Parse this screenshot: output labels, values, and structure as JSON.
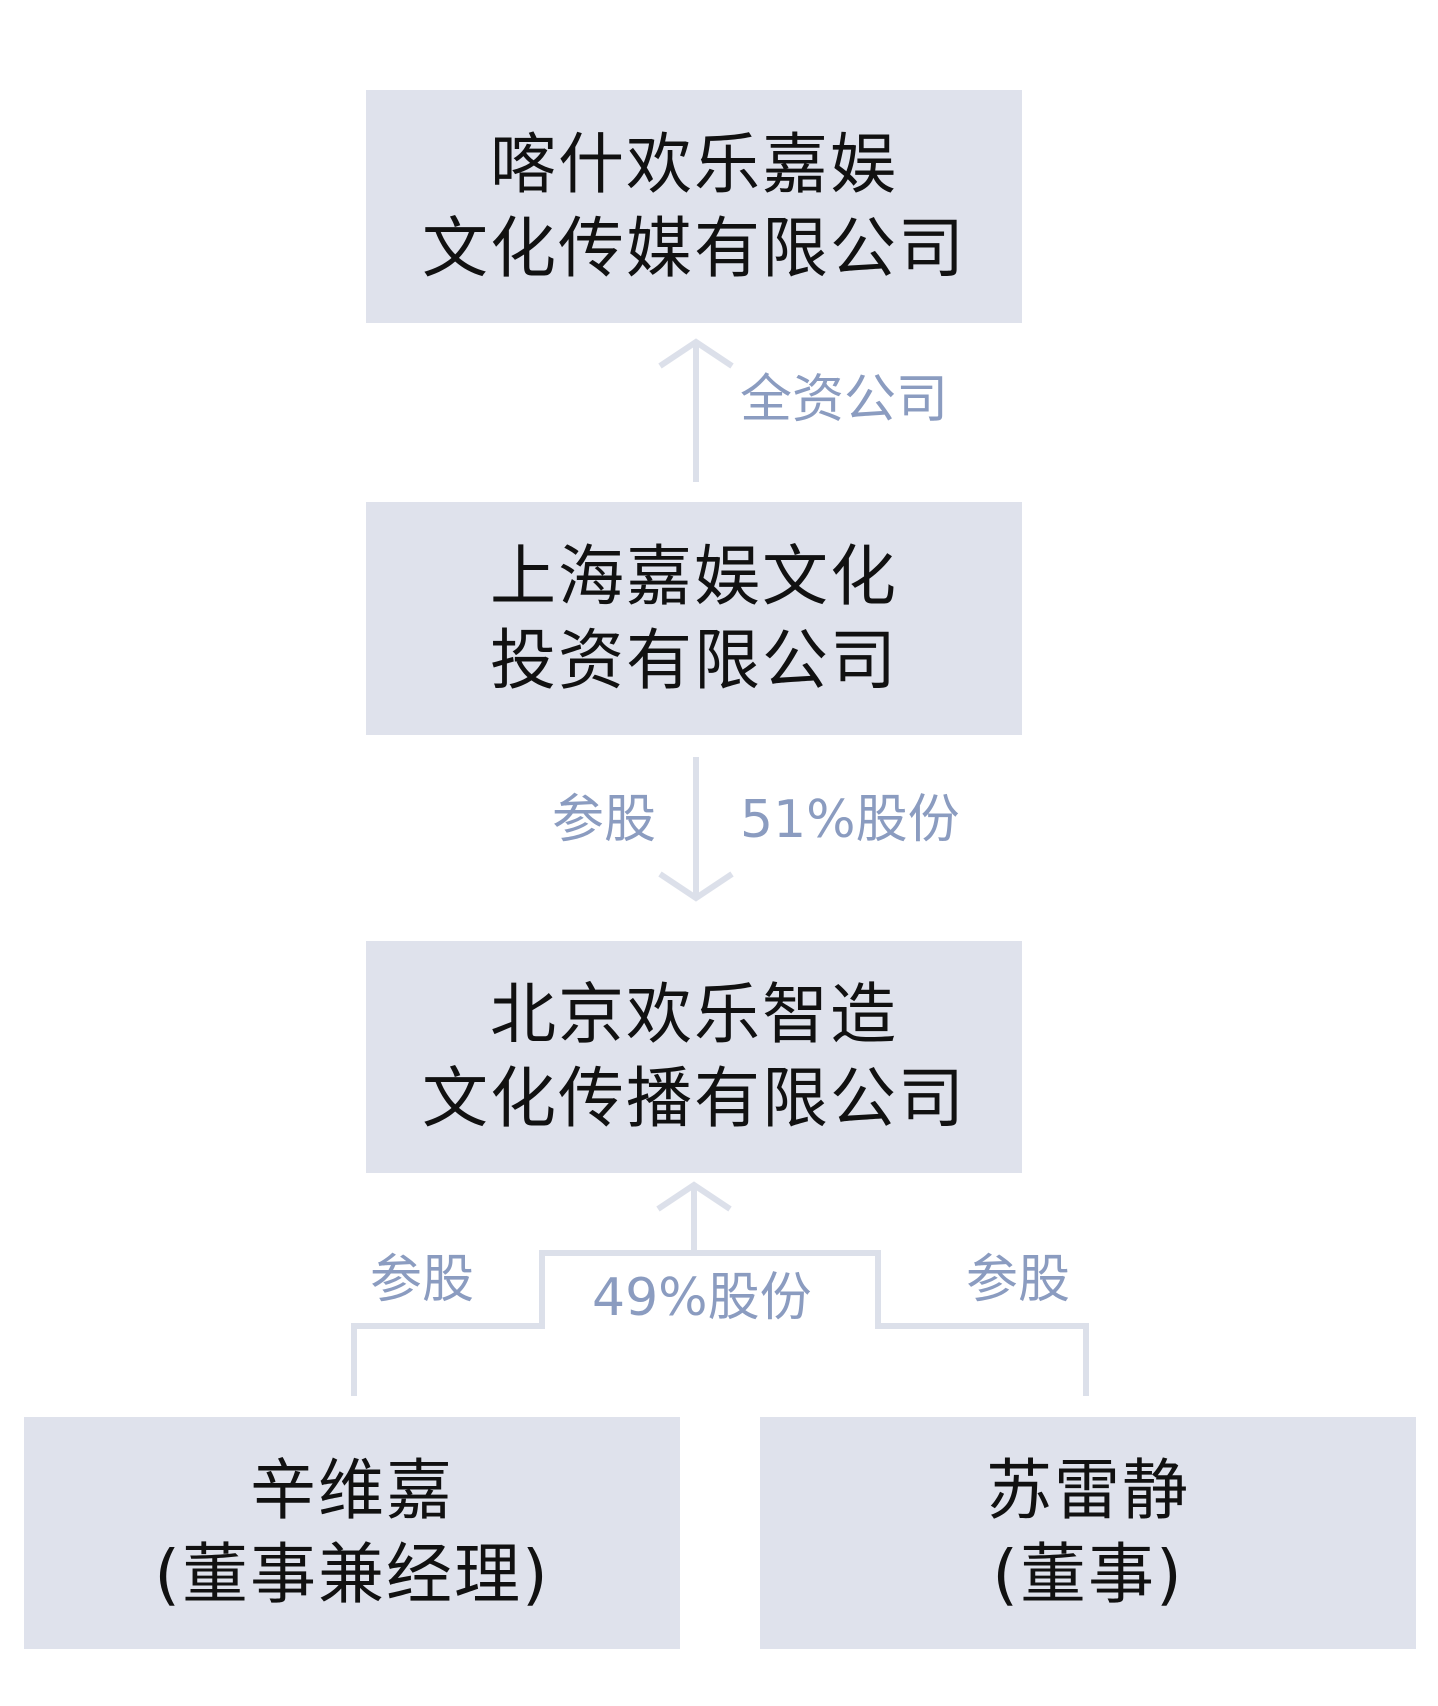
{
  "colors": {
    "box_fill": "#dfe2ec",
    "connector": "#dce0ea",
    "label_text": "#8b9cc0",
    "box_text": "#111111"
  },
  "nodes": {
    "kashgar": {
      "lines": [
        "喀什欢乐嘉娱",
        "文化传媒有限公司"
      ]
    },
    "shanghai": {
      "lines": [
        "上海嘉娱文化",
        "投资有限公司"
      ]
    },
    "beijing": {
      "lines": [
        "北京欢乐智造",
        "文化传播有限公司"
      ]
    },
    "xin": {
      "lines": [
        "辛维嘉",
        "(董事兼经理)"
      ]
    },
    "su": {
      "lines": [
        "苏雷静",
        "(董事)"
      ]
    }
  },
  "edges": {
    "shanghai_to_kashgar": {
      "direction": "up",
      "label": "全资公司"
    },
    "shanghai_to_beijing": {
      "direction": "down",
      "left_label": "参股",
      "right_label": "51%股份"
    },
    "individuals_to_beijing": {
      "direction": "up",
      "left_label": "参股",
      "center_label": "49%股份",
      "right_label": "参股"
    }
  }
}
